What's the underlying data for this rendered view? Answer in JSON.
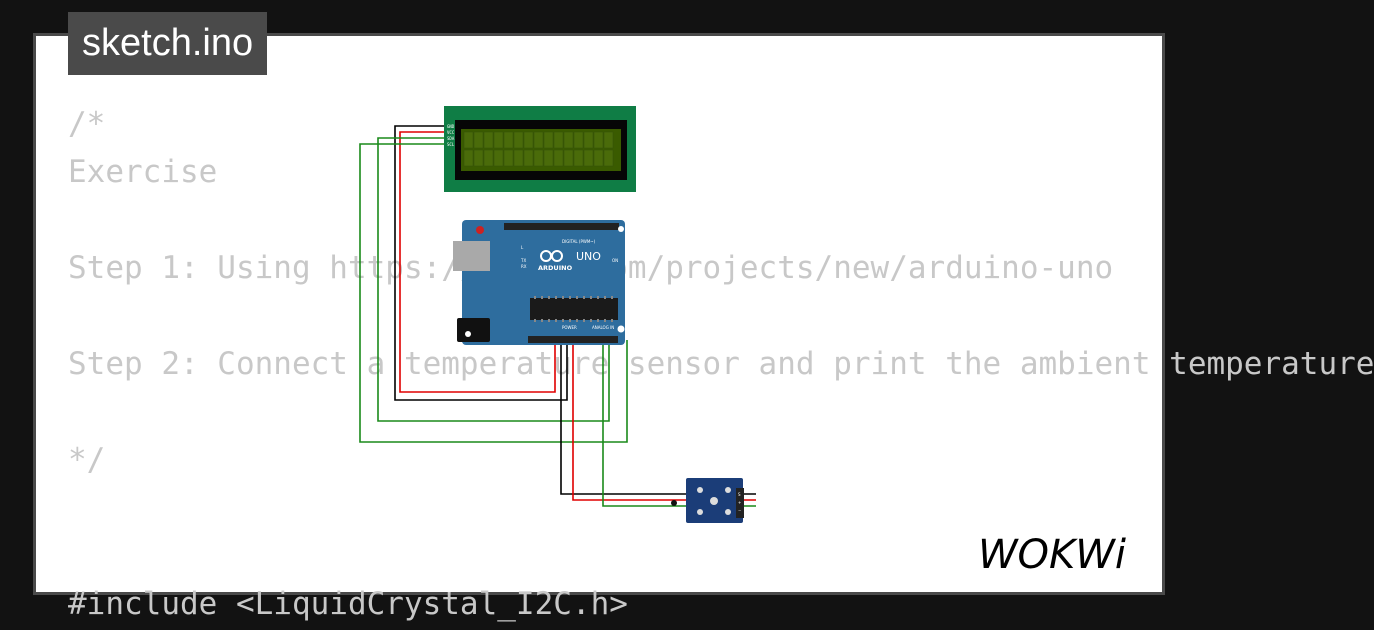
{
  "file_tab": {
    "name": "sketch.ino"
  },
  "code_lines": [
    "/*",
    "Exercise",
    "",
    "Step 1: Using https://wokwi.com/projects/new/arduino-uno",
    "",
    "Step 2: Connect a temperature sensor and print the ambient temperature",
    "",
    "*/",
    "",
    "",
    "#include <LiquidCrystal_I2C.h>"
  ],
  "circuit": {
    "lcd": {
      "pin_labels": [
        "GND",
        "VCC",
        "SDA",
        "SCL"
      ]
    },
    "arduino": {
      "model": "UNO",
      "brand": "ARDUINO",
      "header_labels": {
        "digital": "DIGITAL (PWM~)",
        "power": "POWER",
        "analog": "ANALOG IN"
      },
      "led_labels": [
        "L",
        "TX",
        "RX",
        "ON"
      ]
    },
    "sensor": {
      "pin_labels": [
        "S",
        "+",
        "−"
      ]
    },
    "wire_colors": {
      "gnd": "#000000",
      "vcc": "#e00000",
      "signal": "#1a8a1a"
    }
  },
  "brand": {
    "logo_text": "WOKWi",
    "color": "#000000"
  },
  "colors": {
    "background": "#121212",
    "tab": "#4a4a4a",
    "code_text": "#c8c8c8",
    "lcd_board": "#0f7d45",
    "lcd_screen": "#3a5b00",
    "arduino": "#2e6d9e",
    "sensor_board": "#1b3d78"
  }
}
